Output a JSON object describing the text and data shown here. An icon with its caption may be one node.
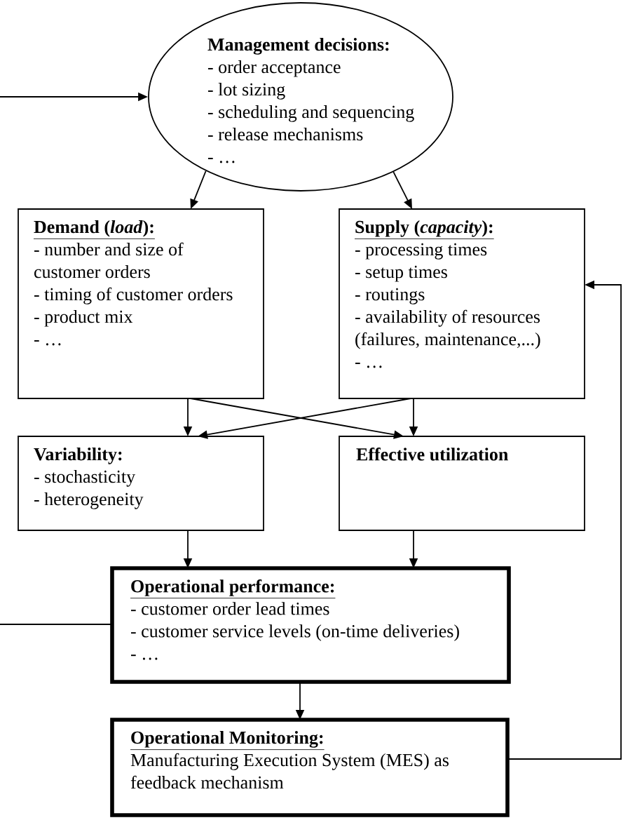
{
  "diagram": {
    "nodes": [
      {
        "text": [
          "Management decisions:",
          "- order acceptance",
          "- lot sizing",
          "- scheduling and sequencing",
          "- release mechanisms",
          "- …"
        ]
      },
      {
        "text": [
          "Demand (*load*):",
          "- number and size of customer orders",
          "- timing of customer orders",
          "- product mix",
          "- …"
        ]
      },
      {
        "text": [
          "Supply (*capacity*):",
          "- processing times",
          "- setup times",
          "- routings",
          "- availability of resources (failures, maintenance,...)",
          "- …"
        ]
      },
      {
        "text": [
          "Variability:",
          "- stochasticity",
          "- heterogeneity"
        ]
      },
      {
        "text": [
          "Effective utilization"
        ]
      },
      {
        "text": [
          "Operational performance:",
          "- customer order lead times",
          "- customer service levels (on-time deliveries)",
          "- …"
        ]
      },
      {
        "text": [
          "Operational Monitoring:",
          "Manufacturing Execution System (MES) as feedback mechanism"
        ]
      }
    ],
    "edges": [
      {
        "from": null,
        "to": 0,
        "arrow": "to"
      },
      {
        "from": 0,
        "to": 1,
        "arrow": "to"
      },
      {
        "from": 0,
        "to": 2,
        "arrow": "to"
      },
      {
        "from": 1,
        "to": 3,
        "arrow": "to"
      },
      {
        "from": 1,
        "to": 4,
        "arrow": "to"
      },
      {
        "from": 2,
        "to": 4,
        "arrow": "to"
      },
      {
        "from": 2,
        "to": 3,
        "arrow": "to"
      },
      {
        "from": 3,
        "to": 5,
        "arrow": "to"
      },
      {
        "from": 4,
        "to": 5,
        "arrow": "to"
      },
      {
        "from": 5,
        "to": 6,
        "arrow": "to"
      },
      {
        "from": 6,
        "to": 2,
        "arrow": "to"
      },
      {
        "from": 5,
        "to": null,
        "arrow": "none"
      }
    ]
  }
}
